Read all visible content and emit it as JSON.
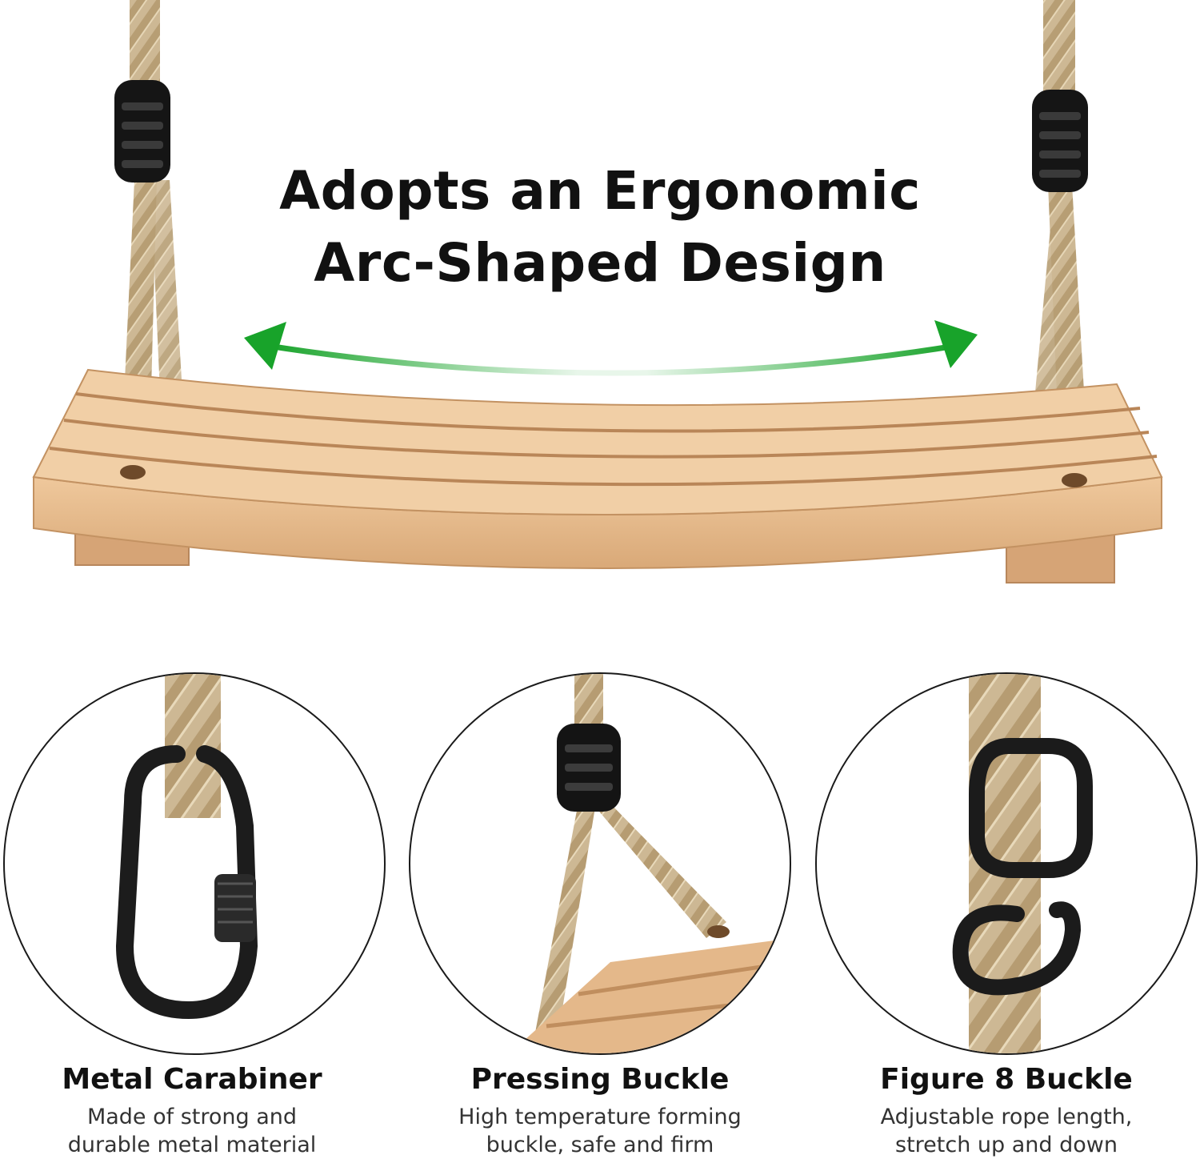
{
  "headline": {
    "line1": "Adopts an Ergonomic",
    "line2": "Arc-Shaped Design"
  },
  "colors": {
    "arrow": "#1e9e2c",
    "wood": "#e4b98c",
    "rope": "#c9b48f",
    "metal": "#1b1b1b"
  },
  "features": [
    {
      "title": "Metal Carabiner",
      "desc_line1": "Made of strong and",
      "desc_line2": "durable metal material",
      "icon": "carabiner-icon"
    },
    {
      "title": "Pressing Buckle",
      "desc_line1": "High temperature forming",
      "desc_line2": "buckle, safe and firm",
      "icon": "pressing-buckle-icon"
    },
    {
      "title": "Figure 8 Buckle",
      "desc_line1": "Adjustable rope length,",
      "desc_line2": "stretch up and down",
      "icon": "figure-8-buckle-icon"
    }
  ]
}
